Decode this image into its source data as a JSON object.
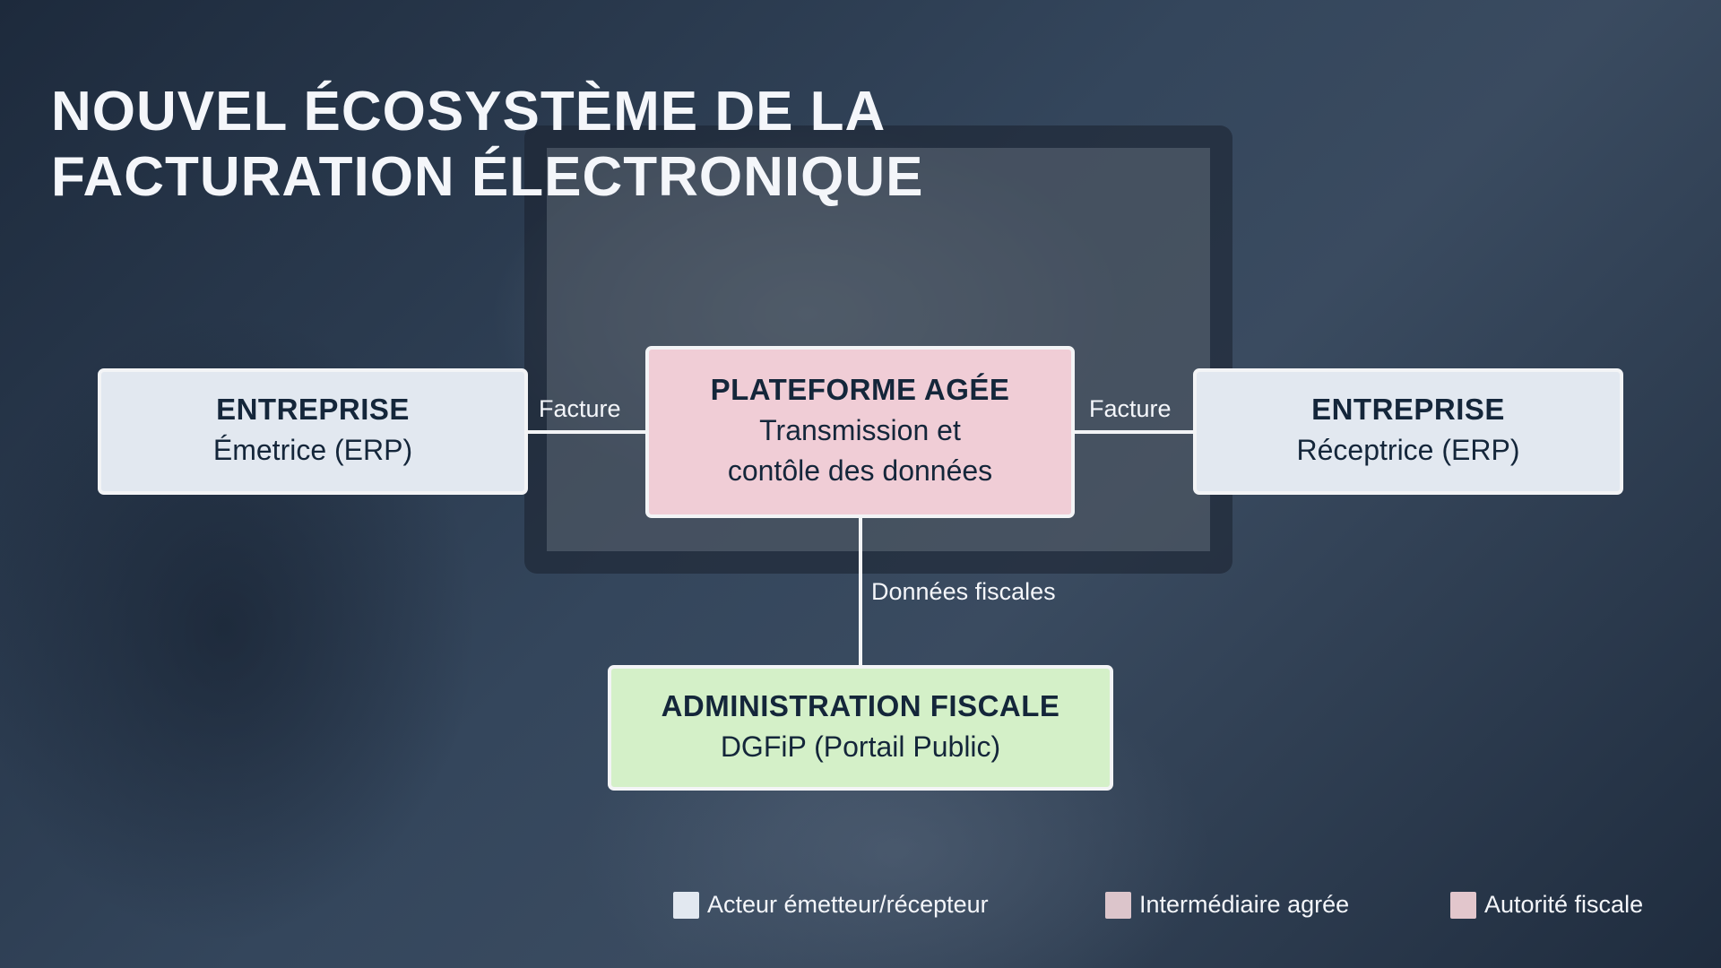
{
  "title": {
    "line1": "NOUVEL ÉCOSYSTÈME DE LA",
    "line2": "FACTURATION ÉLECTRONIQUE"
  },
  "nodes": {
    "emitter": {
      "title": "ENTREPRISE",
      "subtitle": "Émetrice (ERP)",
      "color": "#e2e8f0"
    },
    "platform": {
      "title": "PLATEFORME AGÉE",
      "subtitle1": "Transmission et",
      "subtitle2": "contôle des données",
      "color": "#f0cdd6"
    },
    "receiver": {
      "title": "ENTREPRISE",
      "subtitle": "Réceptrice (ERP)",
      "color": "#e2e8f0"
    },
    "admin": {
      "title": "ADMINISTRATION FISCALE",
      "subtitle": "DGFiP (Portail Public)",
      "color": "#d4f0c8"
    }
  },
  "edges": {
    "left": "Facture",
    "right": "Facture",
    "down": "Données fiscales"
  },
  "legend": [
    {
      "label": "Acteur émetteur/récepteur",
      "color": "#e2e8f0"
    },
    {
      "label": "Intermédiaire agrée",
      "color": "#dcc5cb"
    },
    {
      "label": "Autorité fiscale",
      "color": "#e2c6cc"
    }
  ]
}
